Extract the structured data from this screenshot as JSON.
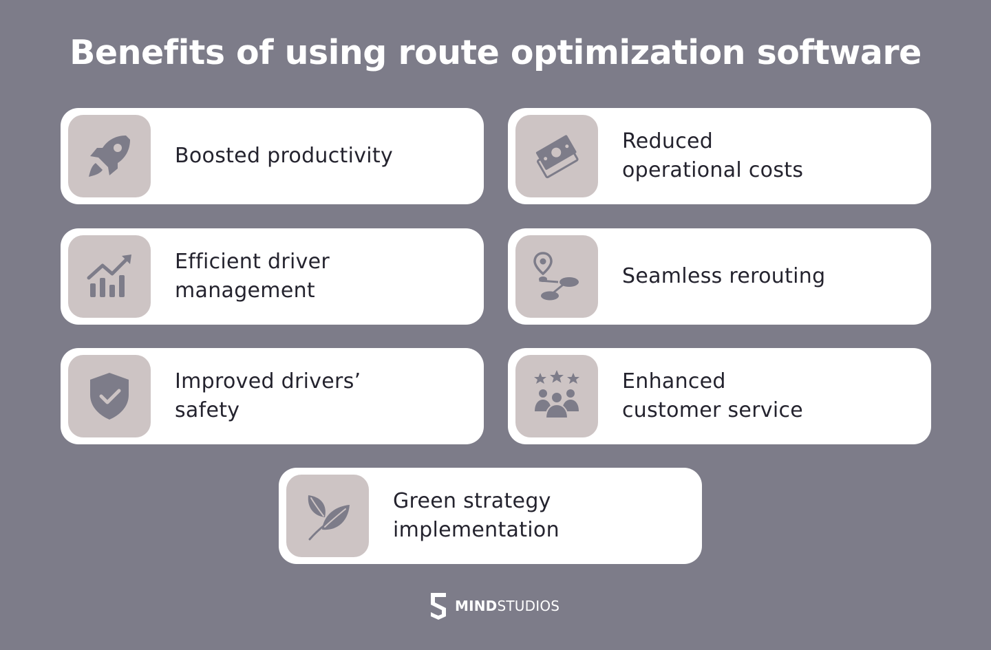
{
  "title": "Benefits of using route optimization software",
  "colors": {
    "background": "#7d7c89",
    "card": "#ffffff",
    "icon_box": "#cdc4c4",
    "icon": "#7d7c89",
    "text": "#24232e"
  },
  "benefits": [
    {
      "icon": "rocket-icon",
      "line1": "Boosted productivity",
      "line2": ""
    },
    {
      "icon": "money-icon",
      "line1": "Reduced",
      "line2": "operational costs"
    },
    {
      "icon": "growth-chart-icon",
      "line1": "Efficient driver",
      "line2": "management"
    },
    {
      "icon": "route-pin-icon",
      "line1": "Seamless rerouting",
      "line2": ""
    },
    {
      "icon": "shield-check-icon",
      "line1": "Improved drivers’",
      "line2": "safety"
    },
    {
      "icon": "customers-stars-icon",
      "line1": "Enhanced",
      "line2": "customer service"
    },
    {
      "icon": "leaf-icon",
      "line1": "Green strategy",
      "line2": "implementation"
    }
  ],
  "logo": {
    "bold": "MIND",
    "regular": "STUDIOS"
  }
}
